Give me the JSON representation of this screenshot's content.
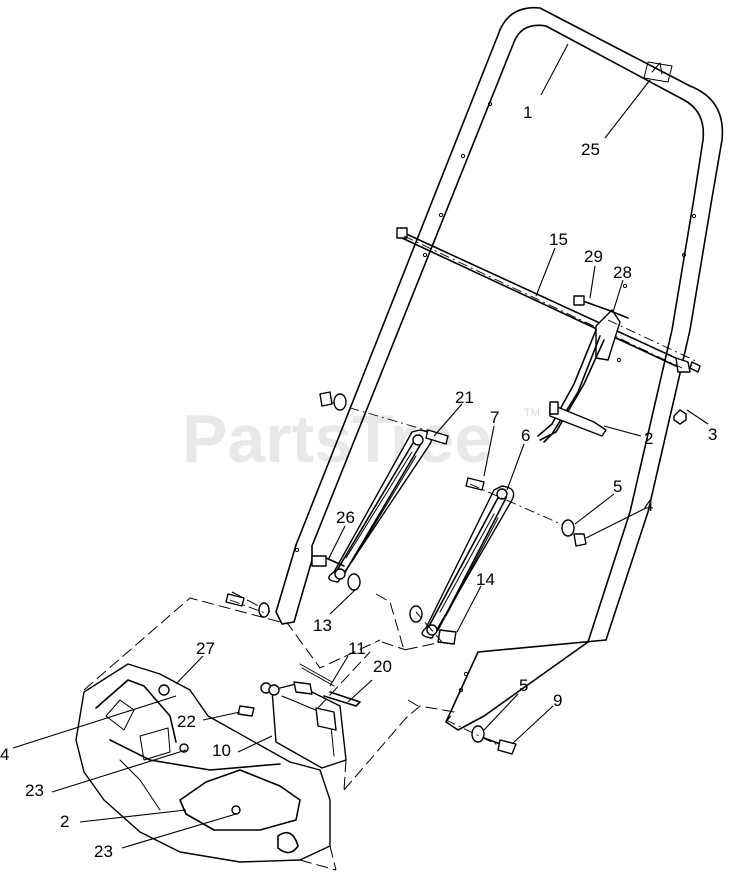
{
  "watermark": {
    "text": "PartsTree",
    "tm": "TM"
  },
  "callouts": [
    {
      "id": "c1",
      "label": "1"
    },
    {
      "id": "c25",
      "label": "25"
    },
    {
      "id": "c15",
      "label": "15"
    },
    {
      "id": "c29",
      "label": "29"
    },
    {
      "id": "c28",
      "label": "28"
    },
    {
      "id": "c3",
      "label": "3"
    },
    {
      "id": "c21",
      "label": "21"
    },
    {
      "id": "c7",
      "label": "7"
    },
    {
      "id": "c6",
      "label": "6"
    },
    {
      "id": "c2a",
      "label": "2"
    },
    {
      "id": "c5a",
      "label": "5"
    },
    {
      "id": "c4a",
      "label": "4"
    },
    {
      "id": "c26",
      "label": "26"
    },
    {
      "id": "c13",
      "label": "13"
    },
    {
      "id": "c14",
      "label": "14"
    },
    {
      "id": "c27",
      "label": "27"
    },
    {
      "id": "c11",
      "label": "11"
    },
    {
      "id": "c20",
      "label": "20"
    },
    {
      "id": "c22",
      "label": "22"
    },
    {
      "id": "c10",
      "label": "10"
    },
    {
      "id": "c4b",
      "label": "4"
    },
    {
      "id": "c23a",
      "label": "23"
    },
    {
      "id": "c2b",
      "label": "2"
    },
    {
      "id": "c23b",
      "label": "23"
    },
    {
      "id": "c5b",
      "label": "5"
    },
    {
      "id": "c9",
      "label": "9"
    }
  ]
}
